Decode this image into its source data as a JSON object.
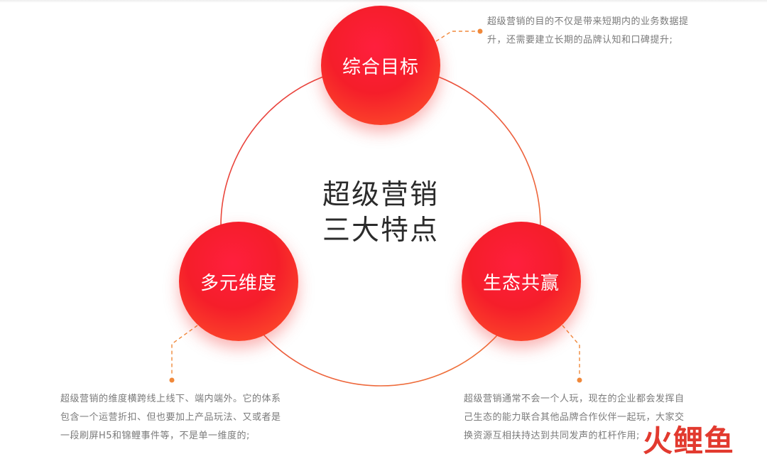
{
  "center": {
    "line1": "超级营销",
    "line2": "三大特点"
  },
  "nodes": {
    "top": {
      "label": "综合目标"
    },
    "left": {
      "label": "多元维度"
    },
    "right": {
      "label": "生态共赢"
    }
  },
  "descriptions": {
    "top": {
      "line1": "超级营销的目的不仅是带来短期内的业务数据提",
      "line2": "升，还需要建立长期的品牌认知和口碑提升;"
    },
    "left": {
      "line1": "超级营销的维度横跨线上线下、端内端外。它的体系",
      "line2": "包含一个运营折扣、但也要加上产品玩法、又或者是",
      "line3": "一段刷屏H5和锦鲤事件等，不是单一维度的;"
    },
    "right": {
      "line1": "超级营销通常不会一个人玩，现在的企业都会发挥自",
      "line2": "己生态的能力联合其他品牌合作伙伴一起玩，大家交",
      "line3": "换资源互相扶持达到共同发声的杠杆作用;"
    }
  },
  "watermark": "火鲤鱼",
  "colors": {
    "node_red": "#f51e2a",
    "node_orange": "#ff5a2a",
    "connector_orange": "#f0883a",
    "ring_red": "#e83a3a"
  }
}
